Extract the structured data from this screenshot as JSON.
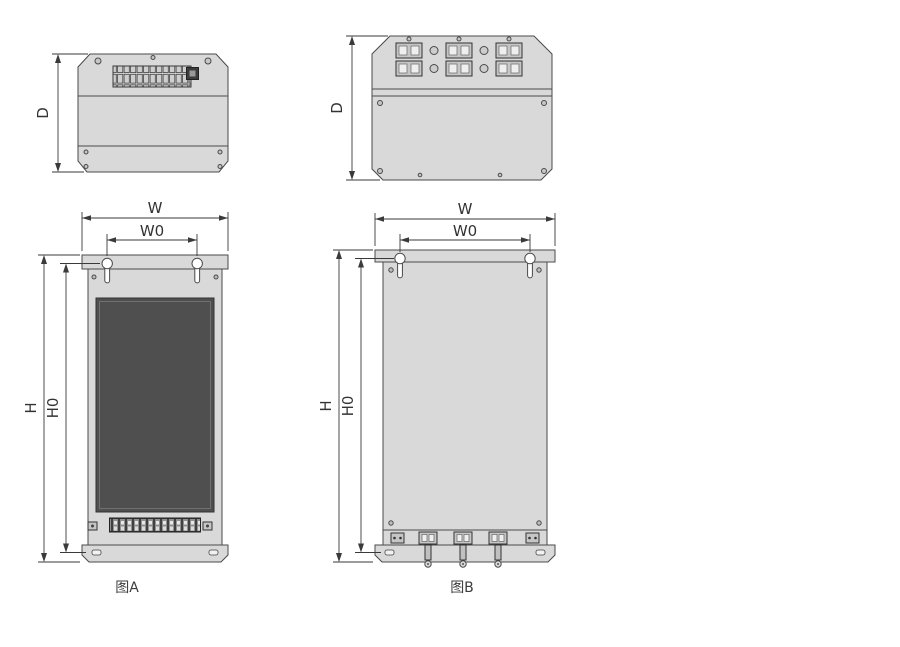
{
  "figure_a": {
    "caption": "图A",
    "dim_d": "D",
    "dim_w": "W",
    "dim_w0": "W0",
    "dim_h": "H",
    "dim_h0": "H0"
  },
  "figure_b": {
    "caption": "图B",
    "dim_d": "D",
    "dim_w": "W",
    "dim_w0": "W0",
    "dim_h": "H",
    "dim_h0": "H0"
  },
  "colors": {
    "outline": "#4a4a4a",
    "dimension_line": "#3a3a3a",
    "body_fill": "#d9d9d9",
    "panel_fill": "#4f4f4f",
    "text": "#333333",
    "background": "#ffffff"
  }
}
